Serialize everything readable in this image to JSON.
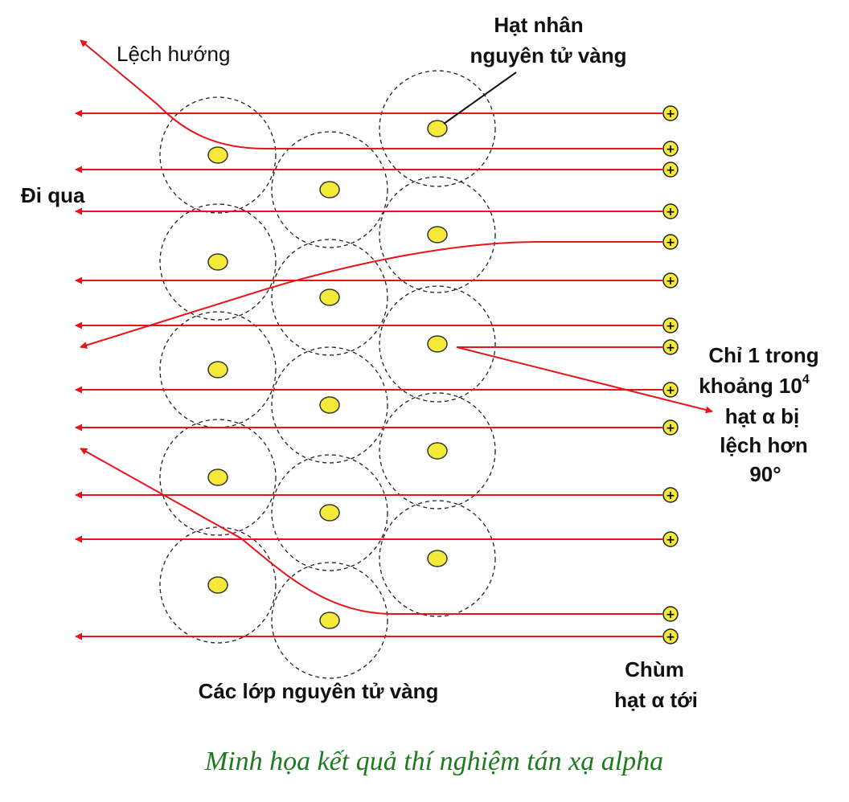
{
  "labels": {
    "deflected": "Lệch hướng",
    "nucleus_line1": "Hạt nhân",
    "nucleus_line2": "nguyên tử vàng",
    "pass_through": "Đi qua",
    "note_line1": "Chỉ 1 trong",
    "note_line2": "khoảng 10",
    "note_line2_sup": "4",
    "note_line3": "hạt α bị",
    "note_line4": "lệch hơn",
    "note_line5": "90°",
    "gold_layers": "Các lớp nguyên tử vàng",
    "beam_line1": "Chùm",
    "beam_line2": "hạt α tới"
  },
  "caption": "Minh họa kết quả thí nghiệm tán xạ alpha",
  "alpha_symbol": "+",
  "colors": {
    "ray": "#e8141b",
    "nucleus": "#f5ea3a",
    "caption": "#1f7a1f",
    "text": "#111111"
  }
}
